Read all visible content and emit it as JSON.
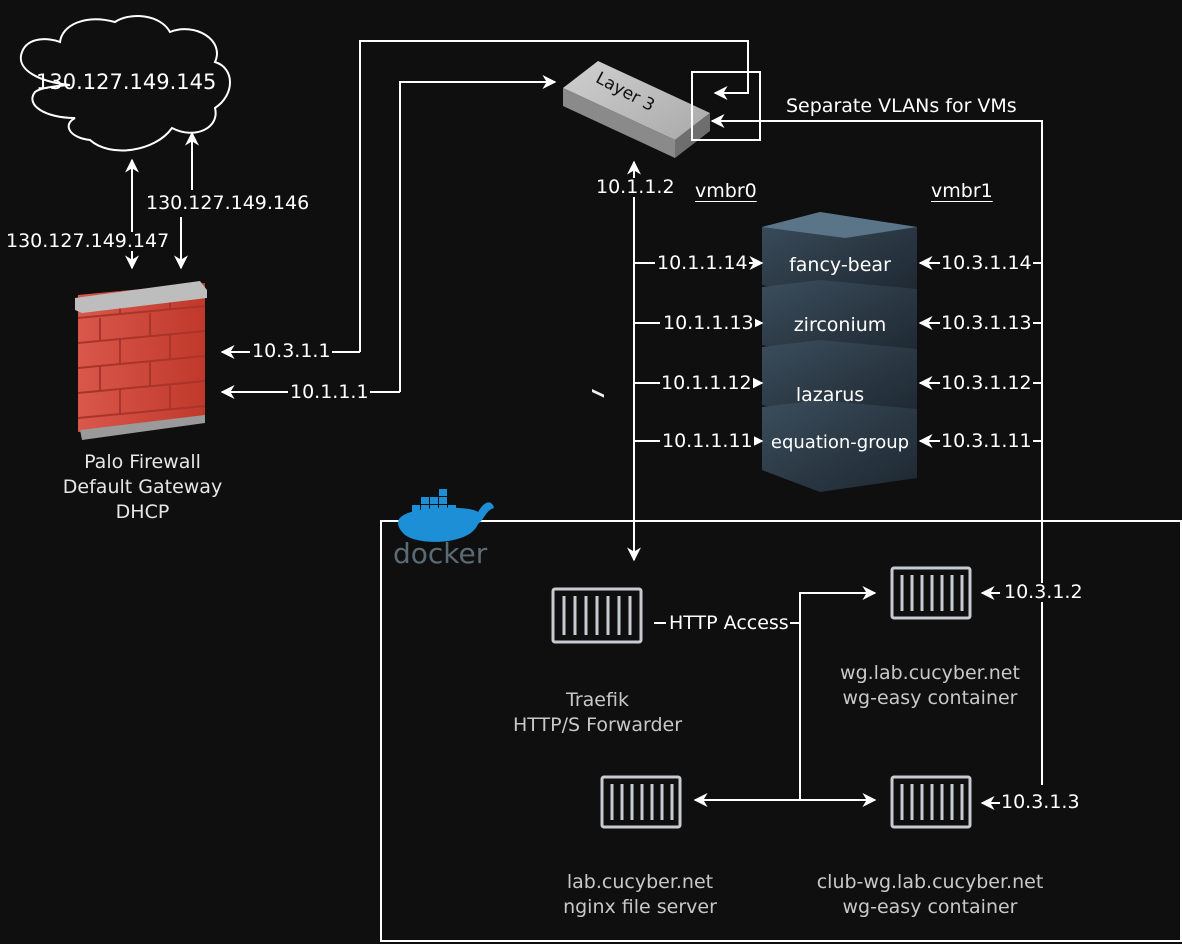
{
  "diagram": {
    "internet": {
      "ip": "130.127.149.145"
    },
    "uplinks": {
      "left_ip": "130.127.149.147",
      "right_ip": "130.127.149.146"
    },
    "firewall": {
      "lines": [
        "Palo Firewall",
        "Default Gateway",
        "DHCP"
      ],
      "ip_vlan3": "10.3.1.1",
      "ip_vlan1": "10.1.1.1"
    },
    "switch": {
      "label": "Layer 3",
      "ip": "10.1.1.2"
    },
    "vlan_note": "Separate VLANs for VMs",
    "bridges": {
      "left": "vmbr0",
      "right": "vmbr1"
    },
    "vms": [
      {
        "name": "fancy-bear",
        "vmbr0_ip": "10.1.1.14",
        "vmbr1_ip": "10.3.1.14"
      },
      {
        "name": "zirconium",
        "vmbr0_ip": "10.1.1.13",
        "vmbr1_ip": "10.3.1.13"
      },
      {
        "name": "lazarus",
        "vmbr0_ip": "10.1.1.12",
        "vmbr1_ip": "10.3.1.12"
      },
      {
        "name": "equation-group",
        "vmbr0_ip": "10.1.1.11",
        "vmbr1_ip": "10.3.1.11"
      }
    ],
    "docker": {
      "logo_text": "docker",
      "link_label": "HTTP Access",
      "containers": [
        {
          "lines": [
            "Traefik",
            "HTTP/S Forwarder"
          ]
        },
        {
          "lines": [
            "wg.lab.cucyber.net",
            "wg-easy container"
          ],
          "ip": "10.3.1.2"
        },
        {
          "lines": [
            "lab.cucyber.net",
            "nginx file server"
          ]
        },
        {
          "lines": [
            "club-wg.lab.cucyber.net",
            "wg-easy container"
          ],
          "ip": "10.3.1.3"
        }
      ]
    }
  }
}
